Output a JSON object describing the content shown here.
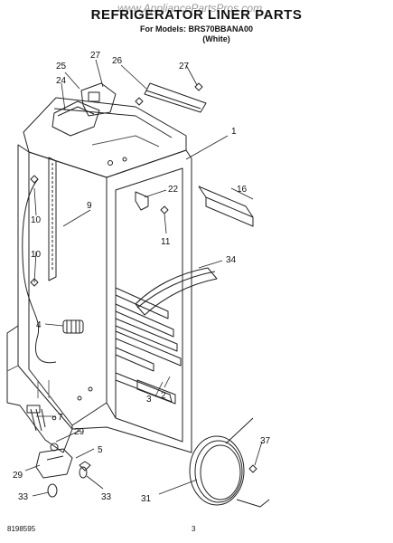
{
  "header": {
    "title": "REFRIGERATOR LINER PARTS",
    "watermark": "www.AppliancePartsPros.com",
    "models_line": "For Models: BRS70BBANA00",
    "color_line": "(White)"
  },
  "callouts": [
    {
      "id": "c1",
      "label": "1"
    },
    {
      "id": "c2",
      "label": "2"
    },
    {
      "id": "c3",
      "label": "3"
    },
    {
      "id": "c4",
      "label": "4"
    },
    {
      "id": "c5",
      "label": "5"
    },
    {
      "id": "c7",
      "label": "7"
    },
    {
      "id": "c9",
      "label": "9"
    },
    {
      "id": "c10a",
      "label": "10"
    },
    {
      "id": "c10b",
      "label": "10"
    },
    {
      "id": "c11",
      "label": "11"
    },
    {
      "id": "c16",
      "label": "16"
    },
    {
      "id": "c22",
      "label": "22"
    },
    {
      "id": "c24",
      "label": "24"
    },
    {
      "id": "c25",
      "label": "25"
    },
    {
      "id": "c26",
      "label": "26"
    },
    {
      "id": "c27a",
      "label": "27"
    },
    {
      "id": "c27b",
      "label": "27"
    },
    {
      "id": "c29a",
      "label": "29"
    },
    {
      "id": "c29b",
      "label": "29"
    },
    {
      "id": "c31",
      "label": "31"
    },
    {
      "id": "c33a",
      "label": "33"
    },
    {
      "id": "c33b",
      "label": "33"
    },
    {
      "id": "c34",
      "label": "34"
    },
    {
      "id": "c37",
      "label": "37"
    }
  ],
  "footer": {
    "part_ref": "8198595",
    "page": "3"
  }
}
